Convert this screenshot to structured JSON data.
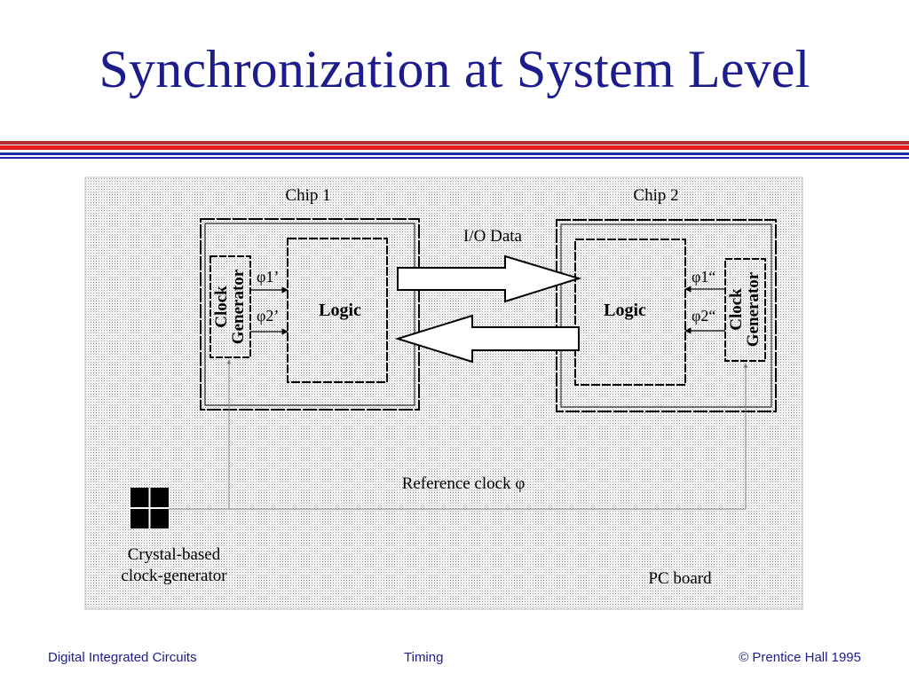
{
  "slide": {
    "title": "Synchronization at System Level"
  },
  "diagram": {
    "chip1_label": "Chip 1",
    "chip2_label": "Chip 2",
    "io_label": "I/O Data",
    "logic1_label": "Logic",
    "logic2_label": "Logic",
    "clock_gen_line1": "Clock",
    "clock_gen_line2": "Generator",
    "phi1_chip1": "φ1’",
    "phi2_chip1": "φ2’",
    "phi1_chip2": "φ1“",
    "phi2_chip2": "φ2“",
    "reference_clock_label": "Reference clock φ",
    "crystal_line1": "Crystal-based",
    "crystal_line2": "clock-generator",
    "board_label": "PC board"
  },
  "footer": {
    "left": "Digital Integrated Circuits",
    "center": "Timing",
    "right": "© Prentice Hall 1995"
  },
  "colors": {
    "title": "#1c1c8c",
    "footer": "#1c1c8c",
    "rule_dark_red": "#b32c2c",
    "rule_red": "#e11d1d",
    "rule_blue": "#1f2aa8"
  }
}
